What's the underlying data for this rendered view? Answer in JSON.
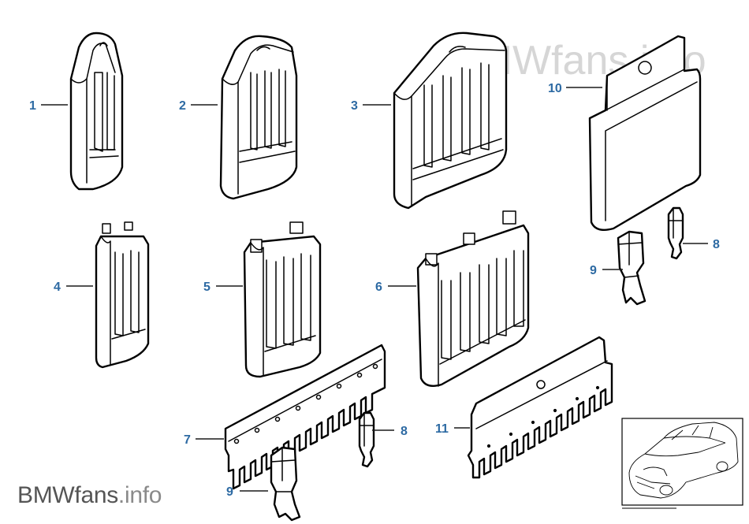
{
  "watermark": {
    "top": "BMWfans.info",
    "bottom_brand": "BMWfans",
    "bottom_suffix": ".info"
  },
  "callouts": [
    {
      "id": "callout-1",
      "label": "1"
    },
    {
      "id": "callout-2",
      "label": "2"
    },
    {
      "id": "callout-3",
      "label": "3"
    },
    {
      "id": "callout-4",
      "label": "4"
    },
    {
      "id": "callout-5",
      "label": "5"
    },
    {
      "id": "callout-6",
      "label": "6"
    },
    {
      "id": "callout-7",
      "label": "7"
    },
    {
      "id": "callout-8a",
      "label": "8"
    },
    {
      "id": "callout-8b",
      "label": "8"
    },
    {
      "id": "callout-9a",
      "label": "9"
    },
    {
      "id": "callout-9b",
      "label": "9"
    },
    {
      "id": "callout-10",
      "label": "10"
    },
    {
      "id": "callout-11",
      "label": "11"
    }
  ],
  "colors": {
    "callout": "#2d6aa3",
    "line": "#000000",
    "watermark": "#d6d6d6"
  }
}
